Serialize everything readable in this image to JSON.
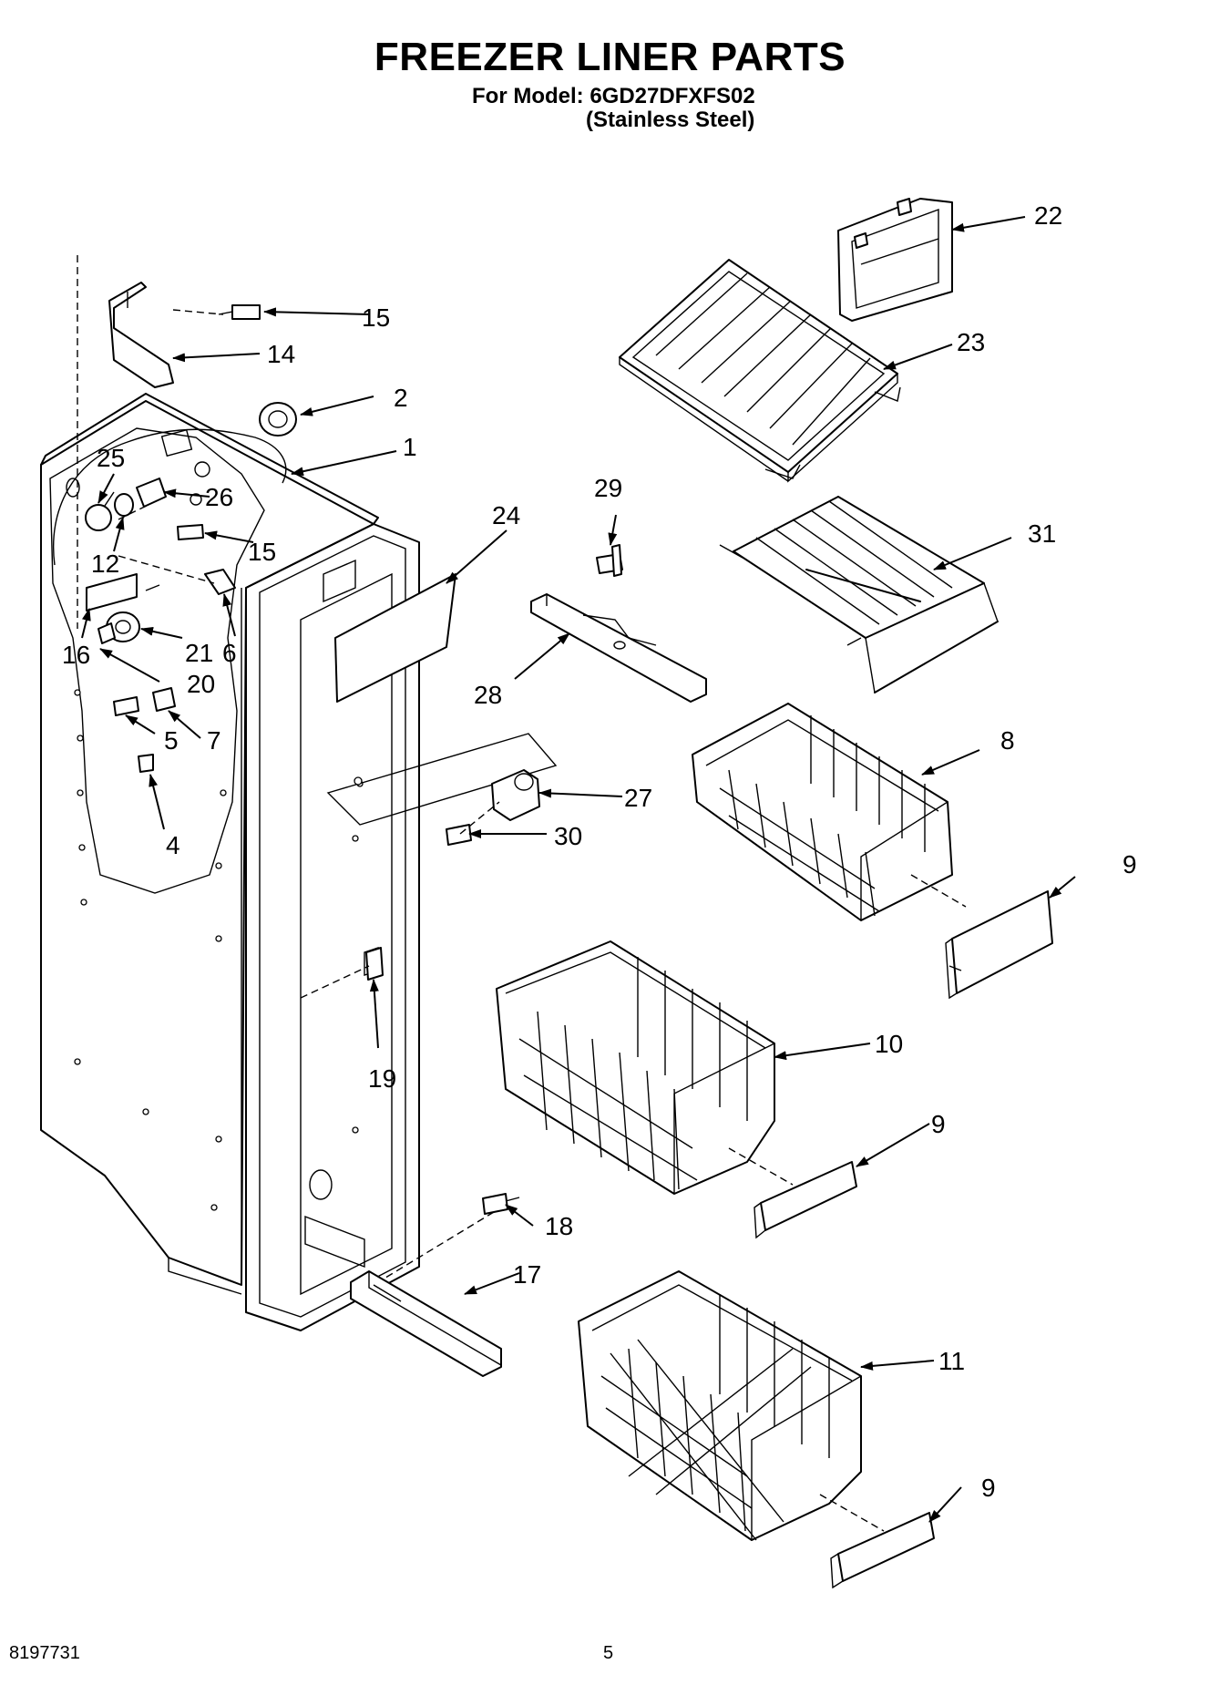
{
  "header": {
    "title": "FREEZER LINER PARTS",
    "model_line": "For Model: 6GD27DFXFS02",
    "finish_line": "(Stainless Steel)"
  },
  "callouts": [
    "22",
    "15",
    "14",
    "23",
    "2",
    "1",
    "25",
    "26",
    "29",
    "31",
    "12",
    "15",
    "24",
    "16",
    "21",
    "6",
    "20",
    "28",
    "5",
    "7",
    "8",
    "27",
    "4",
    "30",
    "9",
    "10",
    "19",
    "9",
    "18",
    "17",
    "11",
    "9"
  ],
  "footer": {
    "doc_number": "8197731",
    "page_number": "5"
  }
}
